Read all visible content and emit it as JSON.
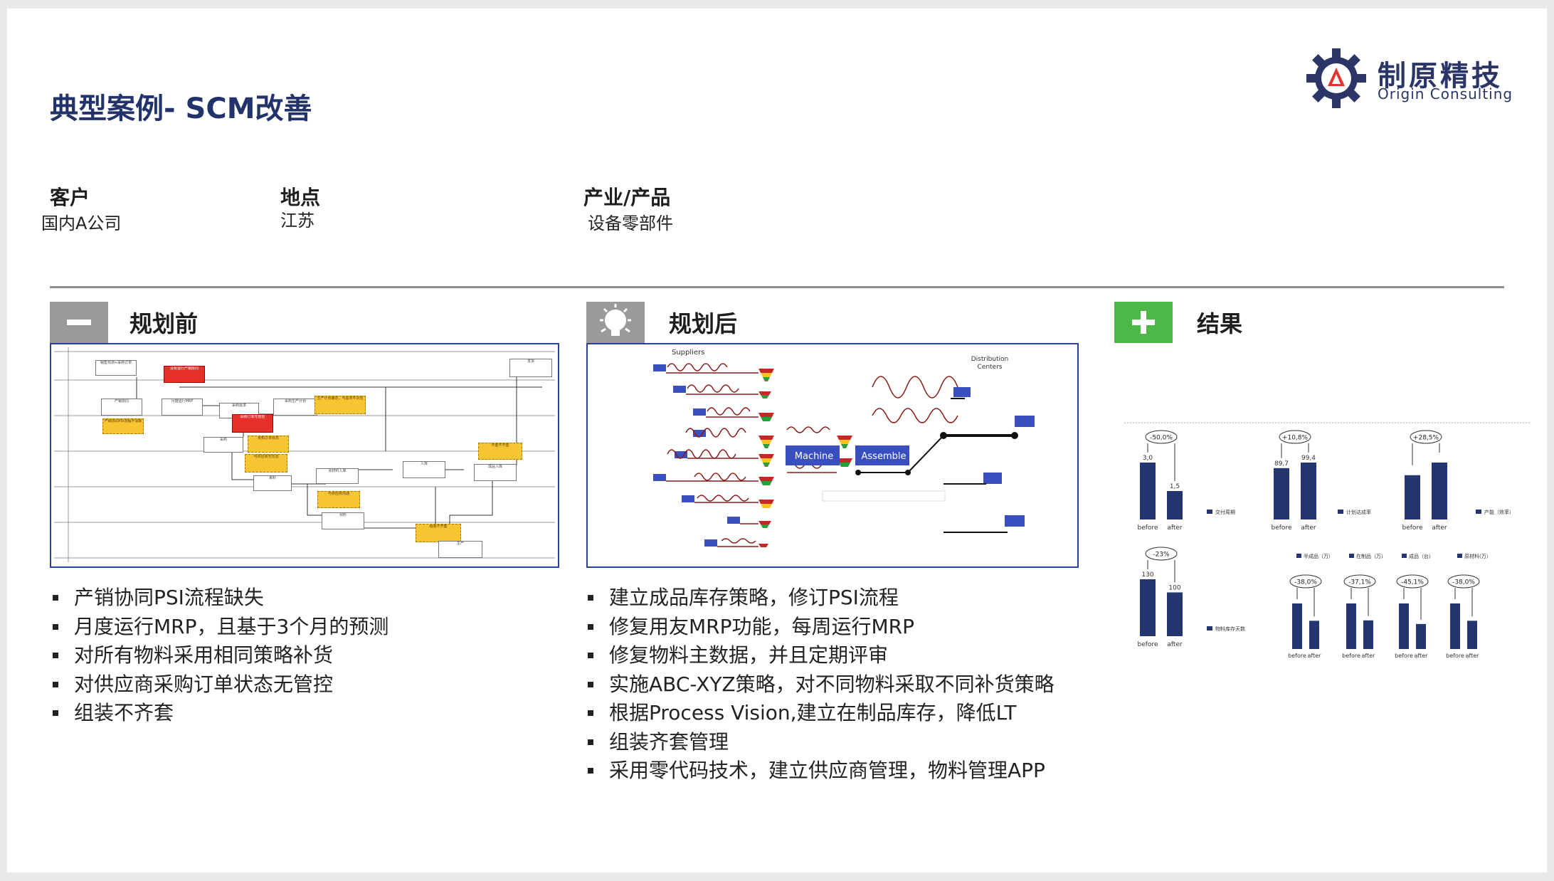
{
  "page": {
    "title": "典型案例- SCM改善"
  },
  "logo": {
    "name_cn": "制原精技",
    "name_en": "Origin Consulting"
  },
  "meta": {
    "client_label": "客户",
    "client_value": "国内A公司",
    "location_label": "地点",
    "location_value": "江苏",
    "industry_label": "产业/产品",
    "industry_value": "设备零部件"
  },
  "colors": {
    "title": "#22336b",
    "before_icon": "#9a9a9a",
    "after_icon": "#9a9a9a",
    "result_icon": "#4db848",
    "bar": "#25356f",
    "panel_border": "#2d3f8f"
  },
  "sections": {
    "before": {
      "title": "规划前",
      "icon": "minus-icon",
      "bullets": [
        "产销协同PSI流程缺失",
        "月度运行MRP，且基于3个月的预测",
        "对所有物料采用相同策略补货",
        "对供应商采购订单状态无管控",
        "组装不齐套"
      ]
    },
    "after": {
      "title": "规划后",
      "icon": "lightbulb-icon",
      "bullets": [
        "建立成品库存策略，修订PSI流程",
        "修复用友MRP功能，每周运行MRP",
        "修复物料主数据，并且定期评审",
        "实施ABC-XYZ策略，对不同物料采取不同补货策略",
        "根据Process Vision,建立在制品库存，降低LT",
        "组装齐套管理",
        "采用零代码技术，建立供应商管理，物料管理APP"
      ]
    },
    "result": {
      "title": "结果",
      "icon": "plus-icon"
    }
  },
  "process_vision": {
    "suppliers_label": "Suppliers",
    "machine_label": "Machine",
    "assemble_label": "Assemble",
    "distribution_label": "Distribution Centers"
  },
  "chart_data": [
    {
      "type": "bar",
      "categories": [
        "before",
        "after"
      ],
      "values": [
        3.0,
        1.5
      ],
      "value_labels": [
        "3,0",
        "1,5"
      ],
      "change": "-50,0%",
      "legend": "交付周期"
    },
    {
      "type": "bar",
      "categories": [
        "before",
        "after"
      ],
      "values": [
        89.7,
        99.4
      ],
      "value_labels": [
        "89,7",
        "99,4"
      ],
      "change": "+10,8%",
      "legend": "计划达成率"
    },
    {
      "type": "bar",
      "categories": [
        "before",
        "after"
      ],
      "values": [
        1.0,
        1.285
      ],
      "value_labels": [
        "",
        ""
      ],
      "change": "+28,5%",
      "legend": "产能（效率）"
    },
    {
      "type": "bar",
      "categories": [
        "before",
        "after"
      ],
      "values": [
        130,
        100
      ],
      "value_labels": [
        "130",
        "100"
      ],
      "change": "-23%",
      "legend": "物料库存天数"
    },
    {
      "type": "bar",
      "categories": [
        "before",
        "after"
      ],
      "series": [
        {
          "name": "半成品（万）",
          "values": [
            1.0,
            0.62
          ],
          "change": "-38,0%"
        },
        {
          "name": "在制品（万）",
          "values": [
            1.0,
            0.629
          ],
          "change": "-37,1%"
        },
        {
          "name": "成品（台）",
          "values": [
            1.0,
            0.549
          ],
          "change": "-45,1%"
        },
        {
          "name": "原材料(万）",
          "values": [
            1.0,
            0.62
          ],
          "change": "-38,0%"
        }
      ]
    }
  ]
}
